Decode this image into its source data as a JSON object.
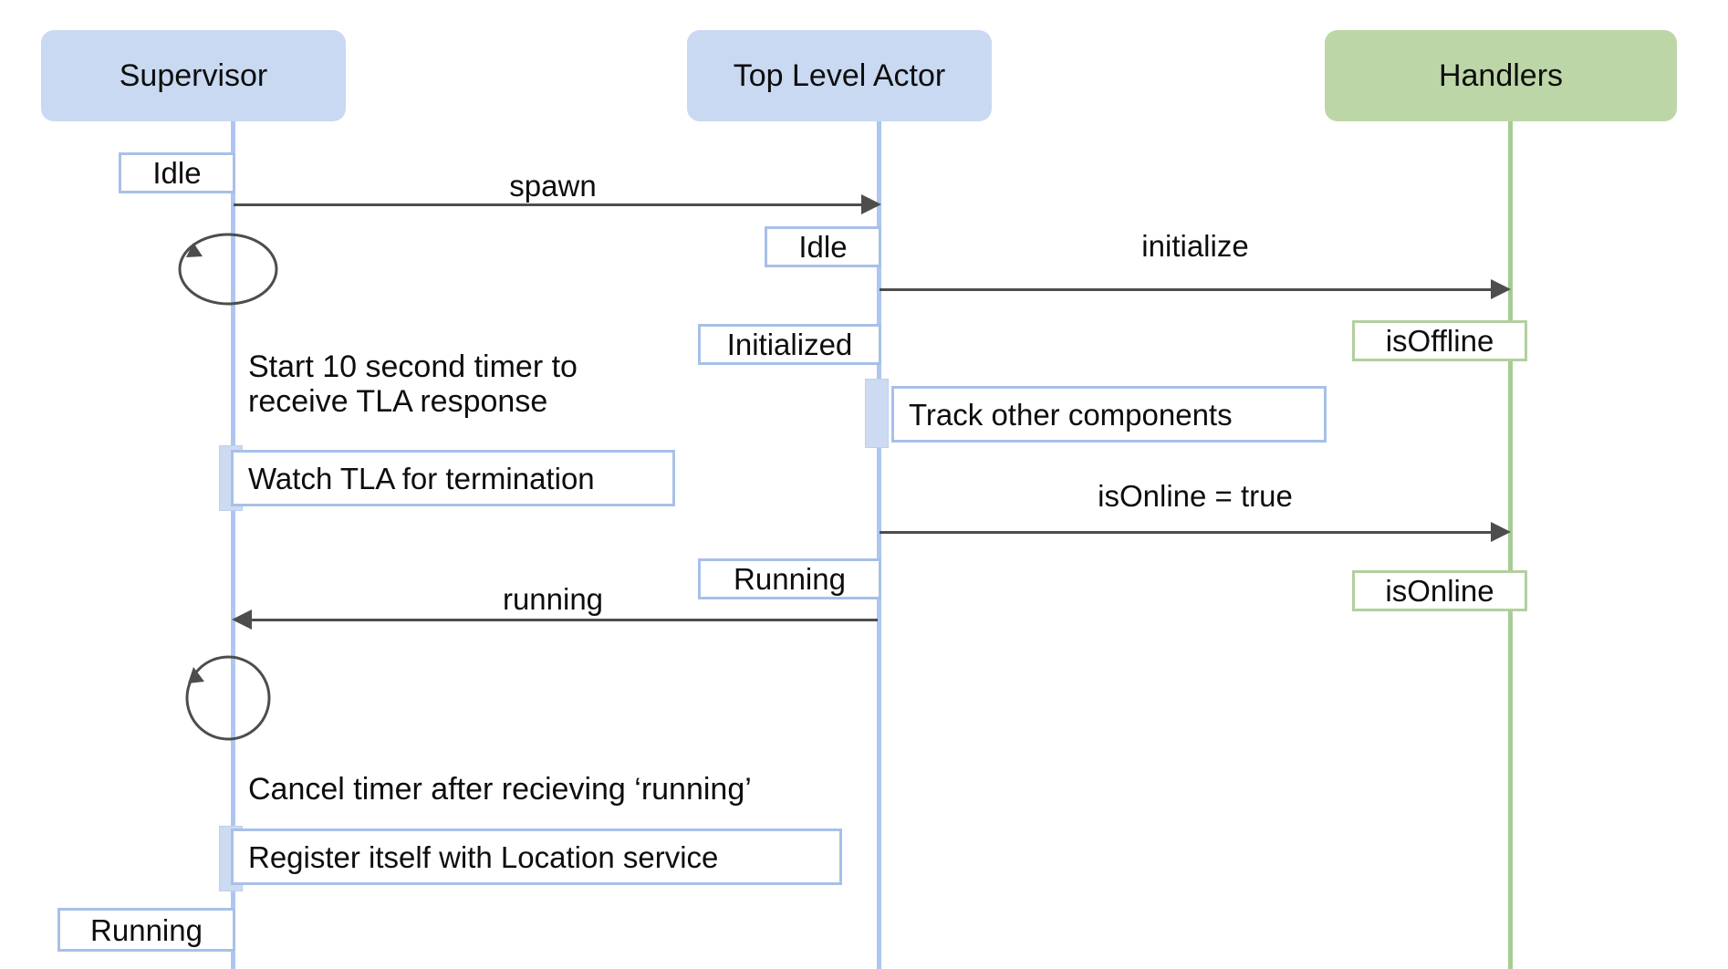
{
  "diagram": {
    "title": "Supervisor / Top Level Actor / Handlers startup sequence",
    "colors": {
      "participant_blue_fill": "#c9d9f2",
      "participant_green_fill": "#bdd6a8",
      "lifeline_blue": "#aec6f0",
      "lifeline_green": "#a8cc93",
      "state_border_blue": "#a8c0e8",
      "state_border_green": "#b2cf9e",
      "arrow_gray": "#4d4d4d",
      "activation_fill": "#ccdaf2",
      "background": "#ffffff"
    }
  },
  "participants": [
    {
      "id": "supervisor",
      "label": "Supervisor",
      "color": "blue"
    },
    {
      "id": "top_level_actor",
      "label": "Top Level Actor",
      "color": "blue"
    },
    {
      "id": "handlers",
      "label": "Handlers",
      "color": "green"
    }
  ],
  "states": [
    {
      "id": "sup_idle",
      "label": "Idle",
      "lane": "supervisor",
      "color": "blue"
    },
    {
      "id": "tla_idle",
      "label": "Idle",
      "lane": "top_level_actor",
      "color": "blue"
    },
    {
      "id": "tla_initialized",
      "label": "Initialized",
      "lane": "top_level_actor",
      "color": "blue"
    },
    {
      "id": "handlers_isoffline",
      "label": "isOffline",
      "lane": "handlers",
      "color": "green"
    },
    {
      "id": "tla_running",
      "label": "Running",
      "lane": "top_level_actor",
      "color": "blue"
    },
    {
      "id": "handlers_isonline",
      "label": "isOnline",
      "lane": "handlers",
      "color": "green"
    },
    {
      "id": "sup_running",
      "label": "Running",
      "lane": "supervisor",
      "color": "blue"
    }
  ],
  "messages": [
    {
      "id": "spawn",
      "label": "spawn",
      "from": "supervisor",
      "to": "top_level_actor",
      "direction": "right"
    },
    {
      "id": "initialize",
      "label": "initialize",
      "from": "top_level_actor",
      "to": "handlers",
      "direction": "right"
    },
    {
      "id": "isonline_true",
      "label": "isOnline = true",
      "from": "top_level_actor",
      "to": "handlers",
      "direction": "right"
    },
    {
      "id": "running",
      "label": "running",
      "from": "top_level_actor",
      "to": "supervisor",
      "direction": "left"
    }
  ],
  "notes": [
    {
      "id": "start_timer",
      "label": "Start 10 second timer to\nreceive TLA response",
      "lane": "supervisor",
      "boxed": false
    },
    {
      "id": "watch_tla",
      "label": "Watch TLA for termination",
      "lane": "supervisor",
      "boxed": true
    },
    {
      "id": "track_components",
      "label": "Track other components",
      "lane": "top_level_actor",
      "boxed": true
    },
    {
      "id": "cancel_timer",
      "label": "Cancel timer after recieving ‘running’",
      "lane": "supervisor",
      "boxed": false
    },
    {
      "id": "register_location",
      "label": "Register itself with Location service",
      "lane": "supervisor",
      "boxed": true
    }
  ],
  "self_loops": [
    {
      "id": "timer_start_loop",
      "lane": "supervisor",
      "shape": "ellipse"
    },
    {
      "id": "timer_cancel_loop",
      "lane": "supervisor",
      "shape": "circle"
    }
  ]
}
